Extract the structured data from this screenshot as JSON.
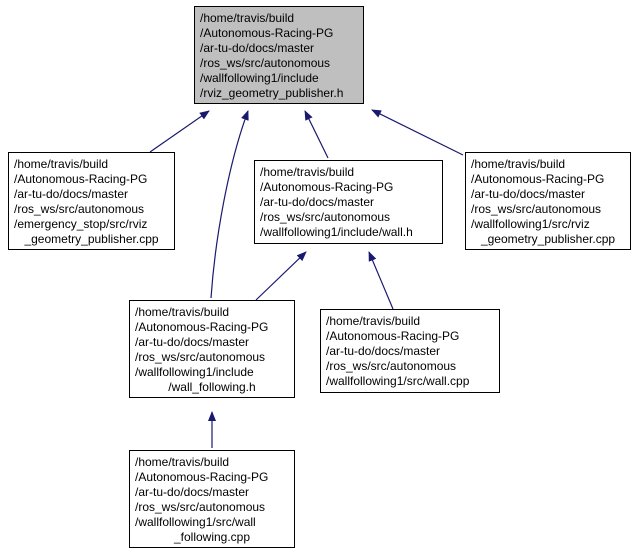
{
  "colors": {
    "edge": "#191970",
    "selected_fill": "#bfbfbf",
    "node_border": "#000000"
  },
  "nodes": {
    "header": {
      "lines": [
        "/home/travis/build",
        "/Autonomous-Racing-PG",
        "/ar-tu-do/docs/master",
        "/ros_ws/src/autonomous",
        "/wallfollowing1/include",
        "/rviz_geometry_publisher.h"
      ]
    },
    "emergency_cpp": {
      "lines": [
        "/home/travis/build",
        "/Autonomous-Racing-PG",
        "/ar-tu-do/docs/master",
        "/ros_ws/src/autonomous",
        "/emergency_stop/src/rviz",
        "_geometry_publisher.cpp"
      ]
    },
    "wall_h": {
      "lines": [
        "/home/travis/build",
        "/Autonomous-Racing-PG",
        "/ar-tu-do/docs/master",
        "/ros_ws/src/autonomous",
        "/wallfollowing1/include/wall.h"
      ]
    },
    "wallfollowing_cpp": {
      "lines": [
        "/home/travis/build",
        "/Autonomous-Racing-PG",
        "/ar-tu-do/docs/master",
        "/ros_ws/src/autonomous",
        "/wallfollowing1/src/rviz",
        "_geometry_publisher.cpp"
      ]
    },
    "wall_following_h": {
      "lines": [
        "/home/travis/build",
        "/Autonomous-Racing-PG",
        "/ar-tu-do/docs/master",
        "/ros_ws/src/autonomous",
        "/wallfollowing1/include",
        "/wall_following.h"
      ]
    },
    "wall_cpp": {
      "lines": [
        "/home/travis/build",
        "/Autonomous-Racing-PG",
        "/ar-tu-do/docs/master",
        "/ros_ws/src/autonomous",
        "/wallfollowing1/src/wall.cpp"
      ]
    },
    "wall_following_cpp": {
      "lines": [
        "/home/travis/build",
        "/Autonomous-Racing-PG",
        "/ar-tu-do/docs/master",
        "/ros_ws/src/autonomous",
        "/wallfollowing1/src/wall",
        "_following.cpp"
      ]
    }
  }
}
